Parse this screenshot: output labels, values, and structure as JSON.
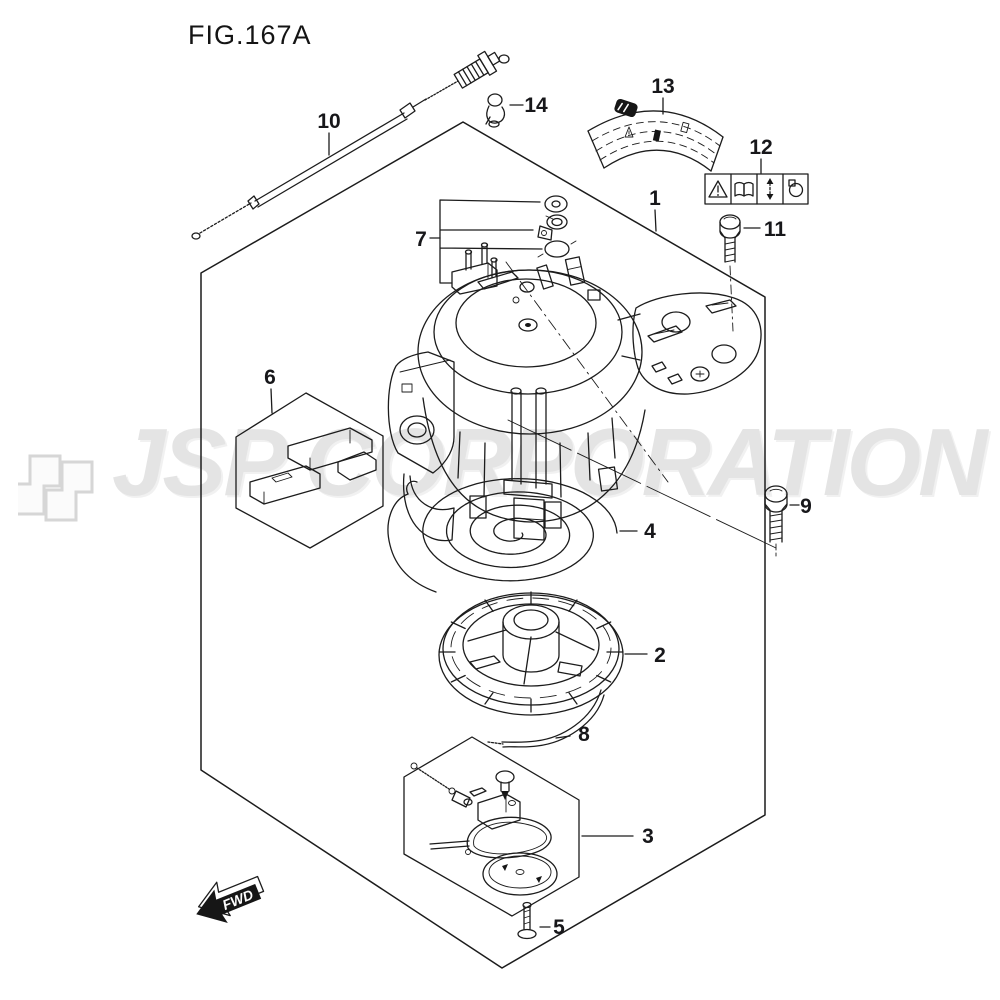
{
  "figure": {
    "title": "FIG.167A"
  },
  "watermark": {
    "text": "JSP CORPORATION",
    "color": "#e4e4e4"
  },
  "direction": {
    "label": "FWD"
  },
  "callouts": {
    "1": "1",
    "2": "2",
    "3": "3",
    "4": "4",
    "5": "5",
    "6": "6",
    "7": "7",
    "8": "8",
    "9": "9",
    "10": "10",
    "11": "11",
    "12": "12",
    "13": "13",
    "14": "14"
  },
  "caution_label_icons": [
    "warning-triangle-icon",
    "owners-manual-icon",
    "up-down-arrow-icon",
    "primer-bulb-icon"
  ],
  "colors": {
    "line": "#1c1c1c",
    "watermark": "#e4e4e4",
    "background": "#ffffff"
  }
}
